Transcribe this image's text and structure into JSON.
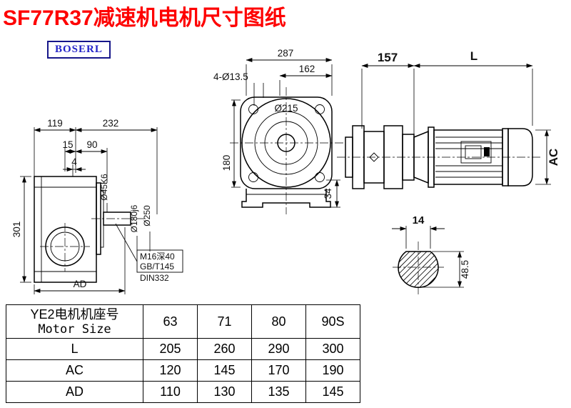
{
  "colors": {
    "title": "#fe0000",
    "logo-text": "#2323c8",
    "logo-border": "#16168a"
  },
  "page": {
    "title": "SF77R37减速机电机尺寸图纸",
    "logo": "BOSERL"
  },
  "views": {
    "side_view": {
      "dims": {
        "d119": "119",
        "d232": "232",
        "d15": "15",
        "d90": "90",
        "d4": "4",
        "d301": "301",
        "dAD": "AD",
        "shaft_dia": "Ø45K6",
        "spigot_dia": "Ø180j6",
        "flange_dia": "Ø250"
      },
      "note": {
        "line1": "M16深40",
        "line2": "GB/T145",
        "line3": "DIN332"
      }
    },
    "front_view": {
      "dims": {
        "d287": "287",
        "d162": "162",
        "holes": "4-Ø13.5",
        "flange": "Ø215",
        "d180": "180",
        "d34": "34"
      }
    },
    "motor_view": {
      "dims": {
        "d157": "157",
        "dL": "L",
        "dAC": "AC"
      }
    },
    "shaft_section": {
      "dims": {
        "d14": "14",
        "d485": "48.5"
      }
    }
  },
  "table": {
    "header": {
      "title_cn": "YE2电机机座号",
      "title_en": "Motor Size",
      "sizes": [
        "63",
        "71",
        "80",
        "90S"
      ]
    },
    "rows": [
      {
        "label": "L",
        "values": [
          "205",
          "260",
          "290",
          "300"
        ]
      },
      {
        "label": "AC",
        "values": [
          "120",
          "145",
          "170",
          "190"
        ]
      },
      {
        "label": "AD",
        "values": [
          "110",
          "130",
          "135",
          "145"
        ]
      }
    ]
  }
}
